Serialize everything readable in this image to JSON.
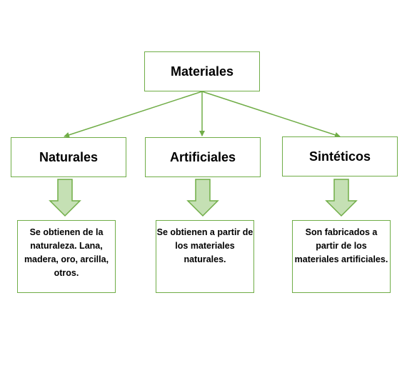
{
  "colors": {
    "box_border": "#70ad47",
    "arrow_fill": "#c5e0b4",
    "connector": "#70ad47",
    "text": "#000000"
  },
  "root": {
    "label": "Materiales"
  },
  "categories": [
    {
      "label": "Naturales",
      "description": "Se obtienen de la naturaleza. Lana, madera, oro, arcilla, otros."
    },
    {
      "label": "Artificiales",
      "description": "Se obtienen a partir de los materiales naturales."
    },
    {
      "label": "Sintéticos",
      "description": "Son fabricados a partir de los materiales artificiales."
    }
  ]
}
